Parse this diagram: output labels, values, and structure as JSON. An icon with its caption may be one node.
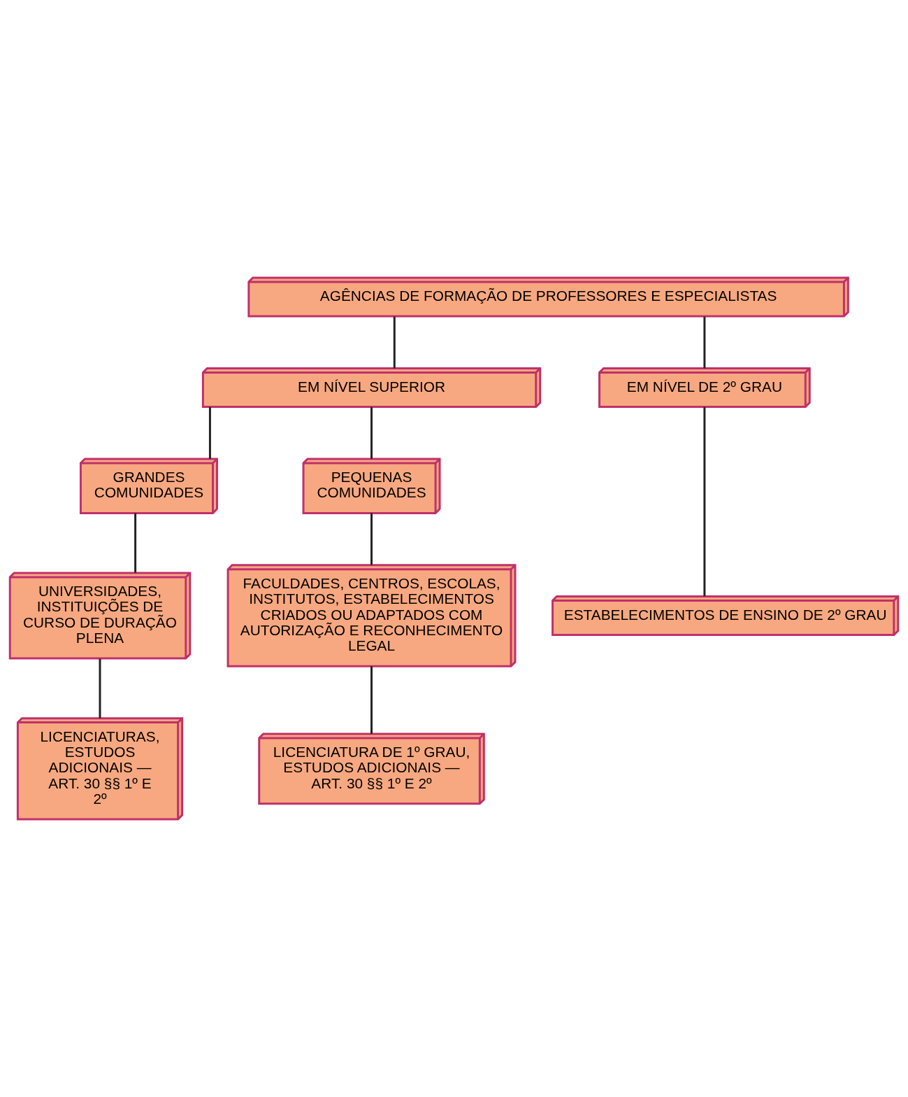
{
  "diagram": {
    "nodes": [
      {
        "text": [
          "AGÊNCIAS DE FORMAÇÃO DE PROFESSORES E ESPECIALISTAS"
        ]
      },
      {
        "text": [
          "EM NÍVEL SUPERIOR"
        ]
      },
      {
        "text": [
          "EM NÍVEL DE 2º GRAU"
        ]
      },
      {
        "text": [
          "GRANDES COMUNIDADES"
        ]
      },
      {
        "text": [
          "PEQUENAS COMUNIDADES"
        ]
      },
      {
        "text": [
          "UNIVERSIDADES, INSTITUIÇÕES DE CURSO DE DURAÇÃO PLENA"
        ]
      },
      {
        "text": [
          "FACULDADES, CENTROS, ESCOLAS, INSTITUTOS, ESTABELECIMENTOS CRIADOS OU ADAPTADOS COM AUTORIZAÇÃO E RECONHECIMENTO LEGAL"
        ]
      },
      {
        "text": [
          "ESTABELECIMENTOS DE ENSINO DE 2º GRAU"
        ]
      },
      {
        "text": [
          "LICENCIATURAS, ESTUDOS ADICIONAIS — ART. 30 §§ 1º E 2º"
        ]
      },
      {
        "text": [
          "LICENCIATURA DE 1º GRAU, ESTUDOS ADICIONAIS — ART. 30 §§ 1º E 2º"
        ]
      }
    ],
    "edges": [
      {
        "from": 0,
        "to": 1,
        "arrow": "none"
      },
      {
        "from": 0,
        "to": 2,
        "arrow": "none"
      },
      {
        "from": 1,
        "to": 3,
        "arrow": "none"
      },
      {
        "from": 1,
        "to": 4,
        "arrow": "none"
      },
      {
        "from": 3,
        "to": 5,
        "arrow": "none"
      },
      {
        "from": 4,
        "to": 6,
        "arrow": "none"
      },
      {
        "from": 2,
        "to": 7,
        "arrow": "none"
      },
      {
        "from": 5,
        "to": 8,
        "arrow": "none"
      },
      {
        "from": 6,
        "to": 9,
        "arrow": "none"
      }
    ]
  }
}
